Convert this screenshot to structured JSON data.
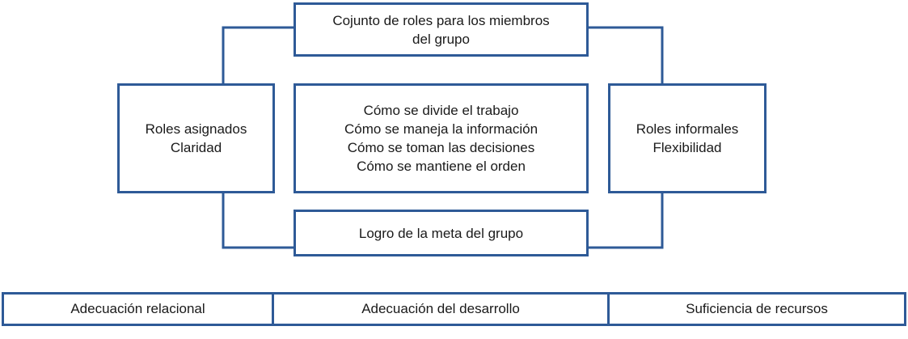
{
  "diagram": {
    "top_box": [
      "Cojunto de roles para los miembros",
      "del grupo"
    ],
    "left_box": [
      "Roles asignados",
      "Claridad"
    ],
    "center_box": [
      "Cómo se divide el trabajo",
      "Cómo se maneja la información",
      "Cómo se toman las decisiones",
      "Cómo se mantiene el orden"
    ],
    "right_box": [
      "Roles informales",
      "Flexibilidad"
    ],
    "bottom_box": [
      "Logro de la meta del grupo"
    ]
  },
  "footer_bar": {
    "cells": [
      "Adecuación relacional",
      "Adecuación del desarrollo",
      "Suficiencia de recursos"
    ]
  },
  "colors": {
    "border": "#2e5a97",
    "text": "#1a1a1a",
    "background": "#ffffff"
  }
}
